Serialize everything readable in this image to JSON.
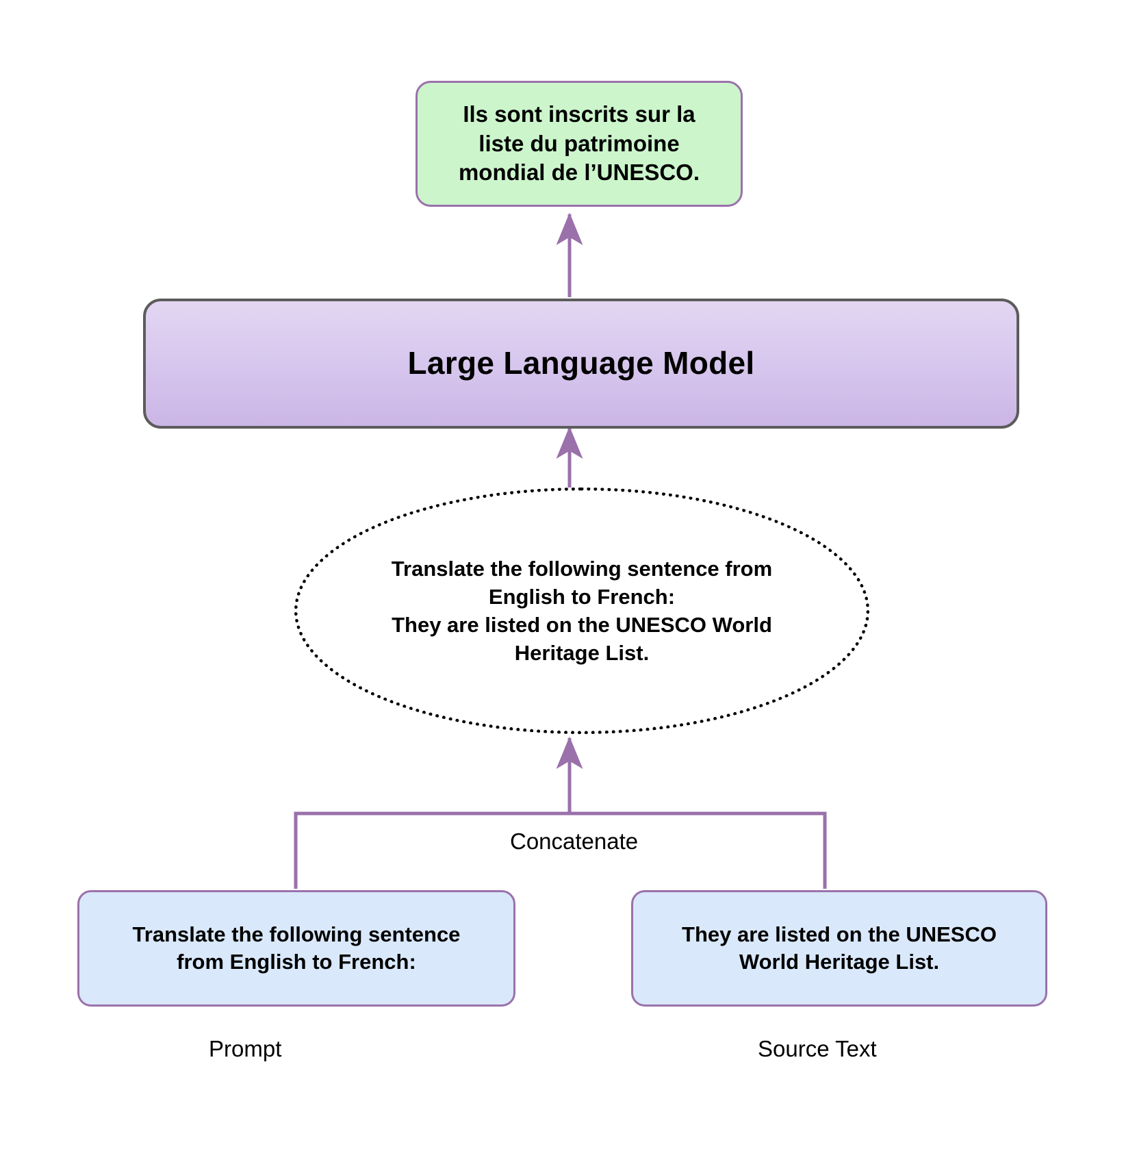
{
  "diagram": {
    "title": "LLM prompt concatenation and translation flow",
    "colors": {
      "output_fill": "#ccf5cc",
      "llm_fill_top": "#e3d6f2",
      "llm_fill_bottom": "#cbb6e6",
      "llm_border": "#5c5c5c",
      "input_fill": "#d9e8fa",
      "node_border": "#9a71ab",
      "connector": "#9a71ab",
      "ellipse_border": "#000000",
      "background": "#ffffff"
    },
    "nodes": {
      "output": {
        "label": "Ils sont inscrits sur la\nliste du patrimoine\nmondial de l’UNESCO."
      },
      "llm": {
        "label": "Large Language Model"
      },
      "concatenated": {
        "label": "Translate the following sentence from\nEnglish to French:\nThey are listed on the UNESCO World\nHeritage List."
      },
      "prompt": {
        "label": "Translate the following sentence\nfrom English to French:",
        "caption": "Prompt"
      },
      "source": {
        "label": "They are listed on the UNESCO\nWorld Heritage List.",
        "caption": "Source Text"
      }
    },
    "edges": {
      "concatenate": {
        "label": "Concatenate"
      }
    }
  }
}
